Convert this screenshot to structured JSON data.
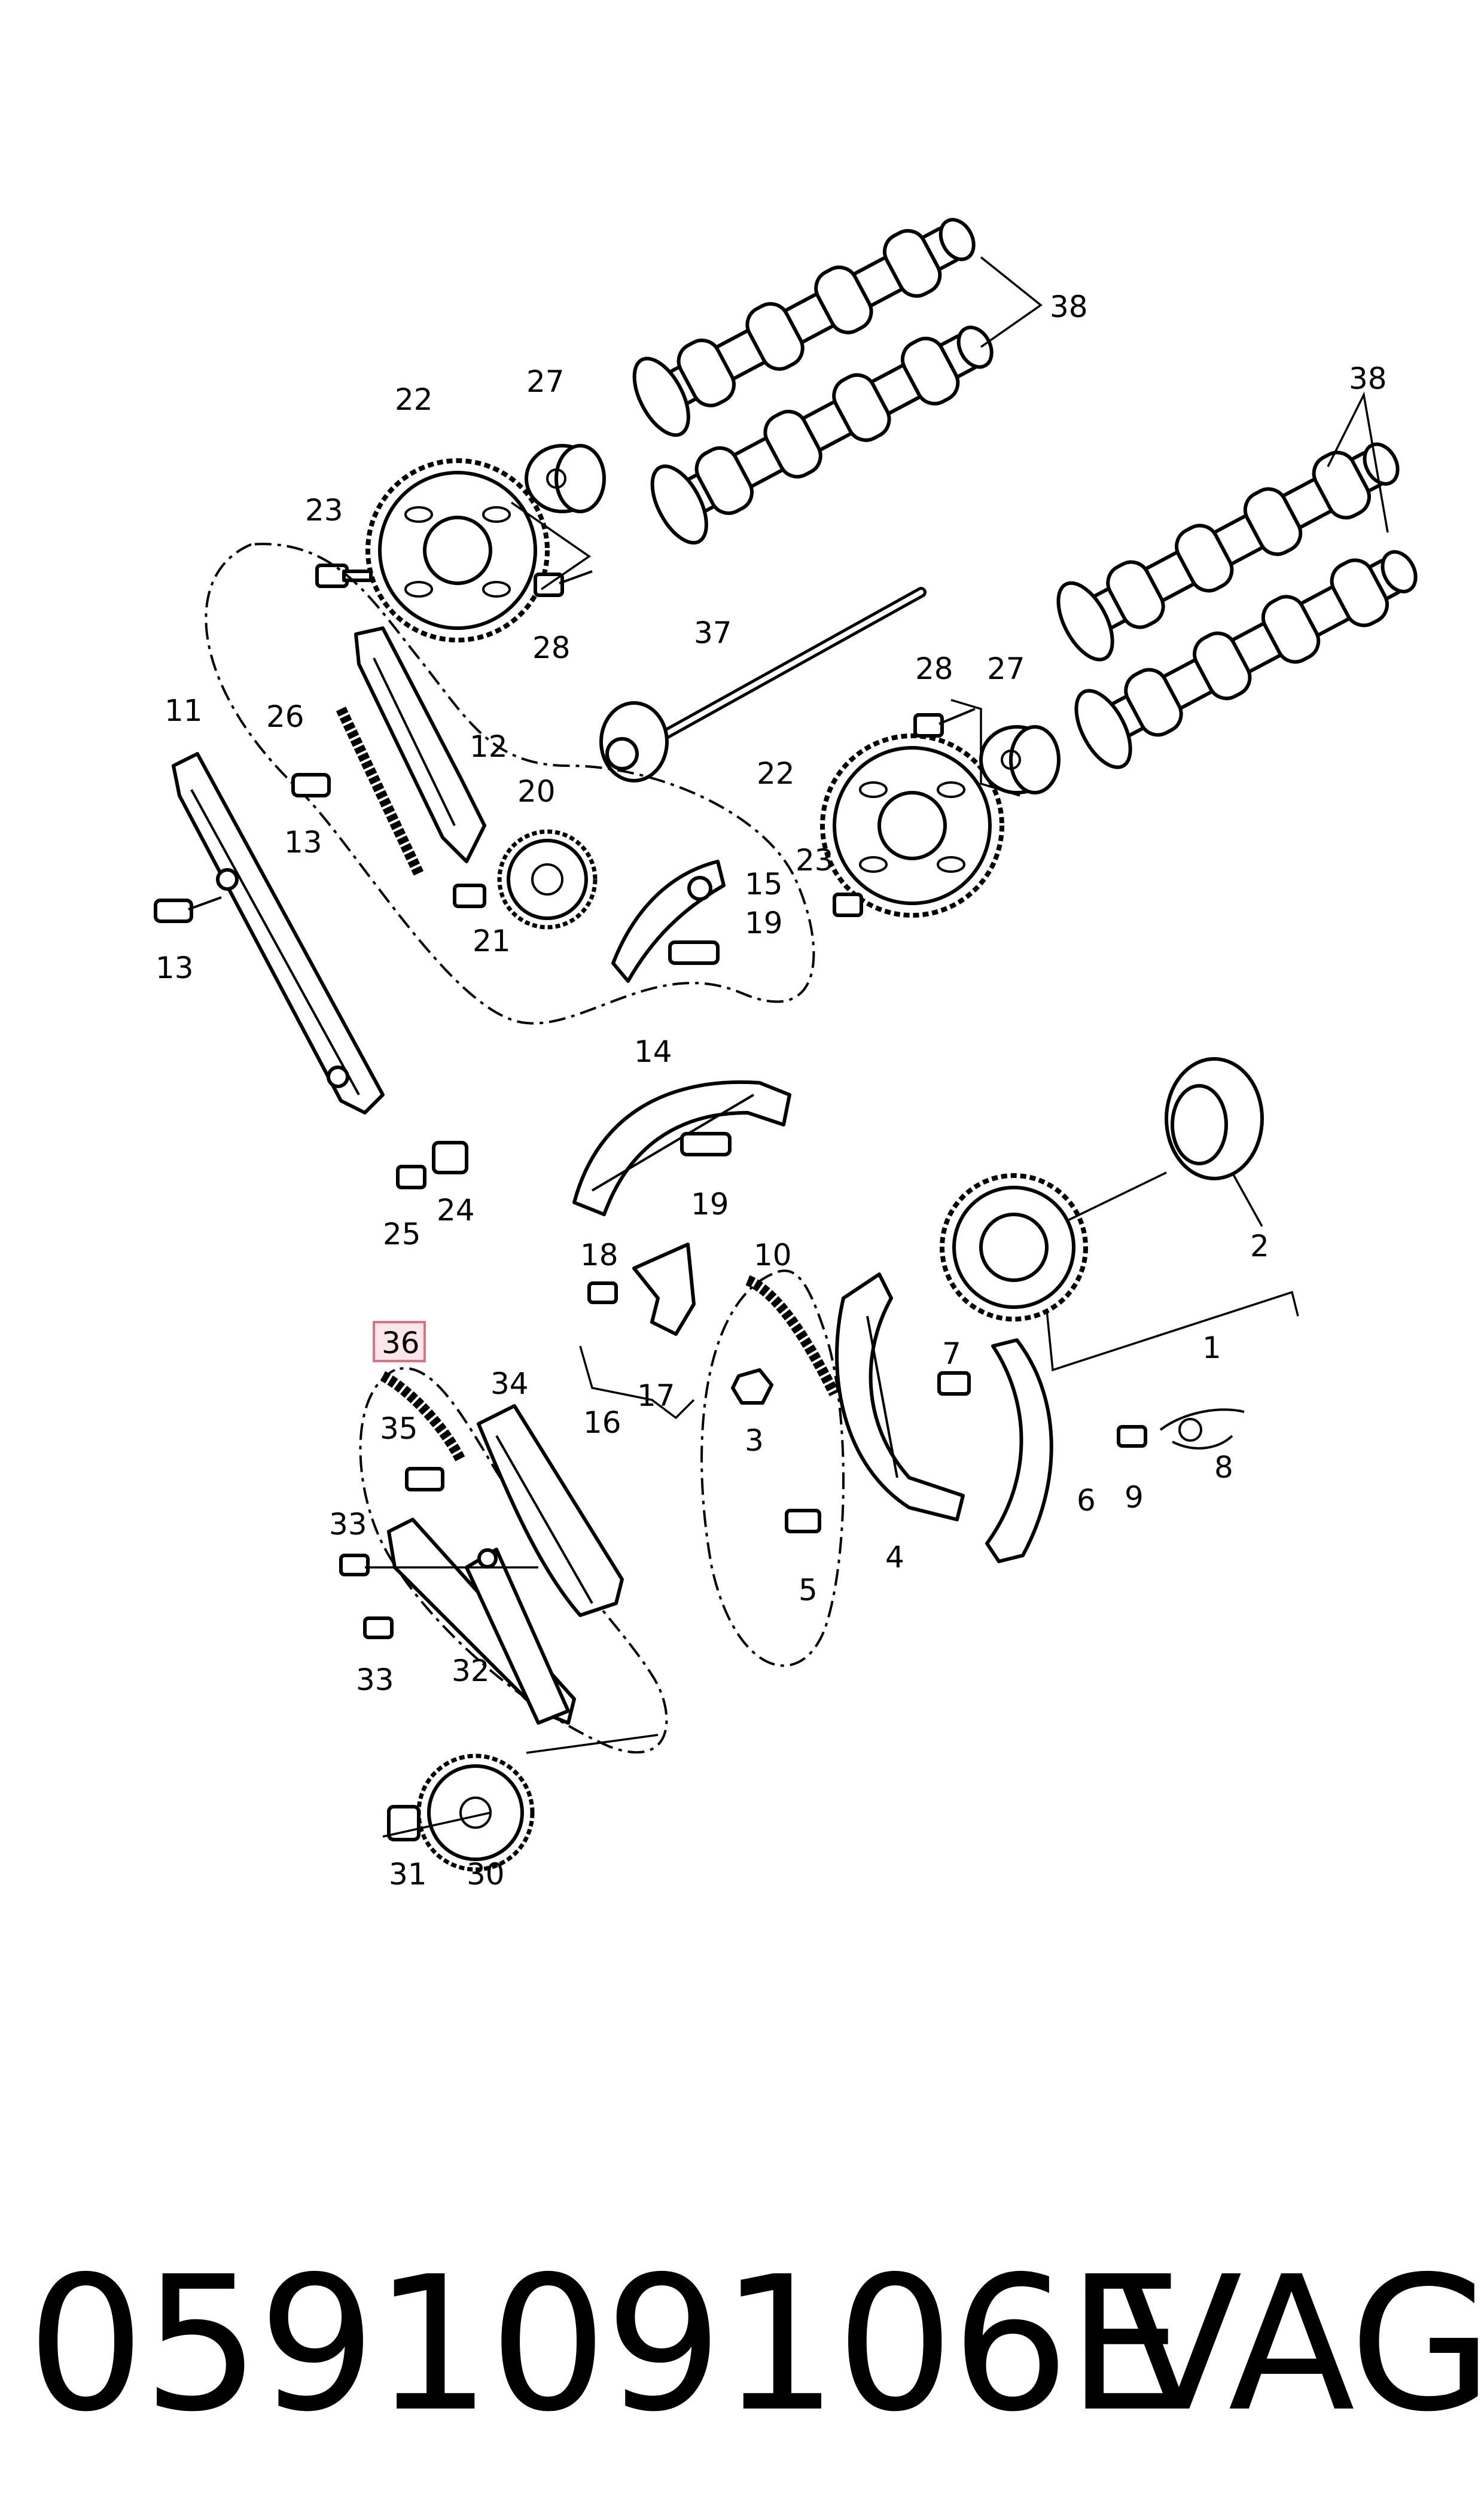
{
  "callouts": {
    "c1": "1",
    "c2": "2",
    "c3": "3",
    "c4": "4",
    "c5": "5",
    "c6": "6",
    "c7": "7",
    "c8": "8",
    "c9": "9",
    "c10": "10",
    "c11": "11",
    "c12": "12",
    "c13a": "13",
    "c13b": "13",
    "c14": "14",
    "c15": "15",
    "c16": "16",
    "c17": "17",
    "c18": "18",
    "c19a": "19",
    "c19b": "19",
    "c20": "20",
    "c21": "21",
    "c22a": "22",
    "c22b": "22",
    "c23a": "23",
    "c23b": "23",
    "c24": "24",
    "c25": "25",
    "c26": "26",
    "c27a": "27",
    "c27b": "27",
    "c28a": "28",
    "c28b": "28",
    "c30": "30",
    "c31": "31",
    "c32": "32",
    "c33a": "33",
    "c33b": "33",
    "c34": "34",
    "c35": "35",
    "c36": "36",
    "c37": "37",
    "c38a": "38",
    "c38b": "38"
  },
  "highlight": {
    "callout": "36",
    "color": "#e0707e",
    "fill": "#fbe6ea"
  },
  "footer": {
    "part_number": "059109106E",
    "brand": "VAG"
  }
}
